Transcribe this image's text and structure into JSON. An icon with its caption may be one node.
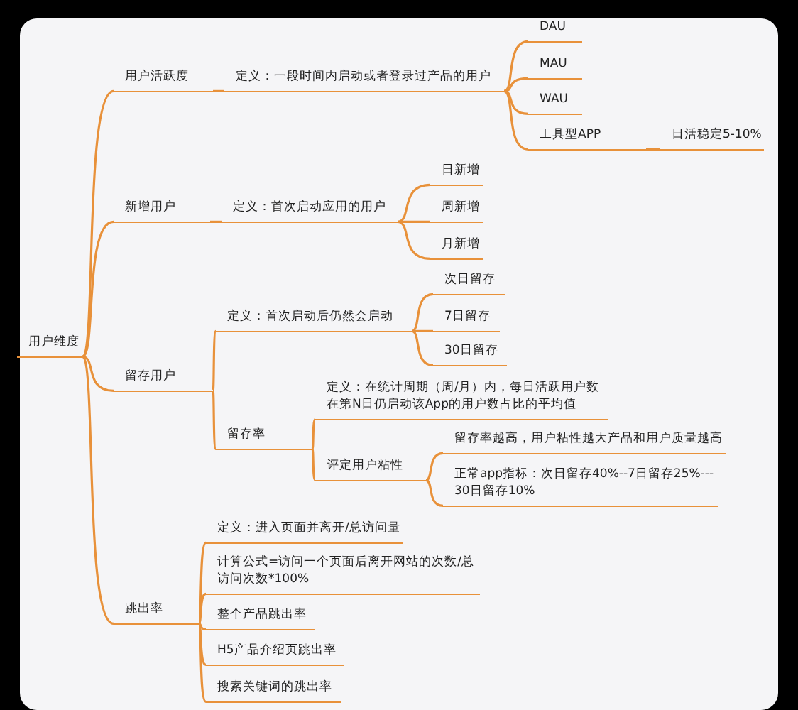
{
  "diagram": {
    "nodes": [
      {
        "text": [
          "用户维度"
        ]
      },
      {
        "text": [
          "用户活跃度"
        ]
      },
      {
        "text": [
          "定义：一段时间内启动或者登录过产品的用户"
        ]
      },
      {
        "text": [
          "DAU"
        ]
      },
      {
        "text": [
          "MAU"
        ]
      },
      {
        "text": [
          "WAU"
        ]
      },
      {
        "text": [
          "工具型APP"
        ]
      },
      {
        "text": [
          "日活稳定5-10%"
        ]
      },
      {
        "text": [
          "新增用户"
        ]
      },
      {
        "text": [
          "定义：首次启动应用的用户"
        ]
      },
      {
        "text": [
          "日新增"
        ]
      },
      {
        "text": [
          "周新增"
        ]
      },
      {
        "text": [
          "月新增"
        ]
      },
      {
        "text": [
          "留存用户"
        ]
      },
      {
        "text": [
          "定义：首次启动后仍然会启动"
        ]
      },
      {
        "text": [
          "次日留存"
        ]
      },
      {
        "text": [
          "7日留存"
        ]
      },
      {
        "text": [
          "30日留存"
        ]
      },
      {
        "text": [
          "留存率"
        ]
      },
      {
        "text": [
          "定义：在统计周期（周/月）内，每日活跃用户数在第N日仍启动该App的用户数占比的平均值"
        ]
      },
      {
        "text": [
          "评定用户粘性"
        ]
      },
      {
        "text": [
          "留存率越高，用户粘性越大产品和用户质量越高"
        ]
      },
      {
        "text": [
          "正常app指标：次日留存40%--7日留存25%---30日留存10%"
        ]
      },
      {
        "text": [
          "跳出率"
        ]
      },
      {
        "text": [
          "定义：进入页面并离开/总访问量"
        ]
      },
      {
        "text": [
          "计算公式=访问一个页面后离开网站的次数/总访问次数*100%"
        ]
      },
      {
        "text": [
          "整个产品跳出率"
        ]
      },
      {
        "text": [
          "H5产品介绍页跳出率"
        ]
      },
      {
        "text": [
          "搜索关键词的跳出率"
        ]
      }
    ],
    "edges": [
      {
        "from": 0,
        "to": 1,
        "arrow": "none"
      },
      {
        "from": 0,
        "to": 8,
        "arrow": "none"
      },
      {
        "from": 0,
        "to": 13,
        "arrow": "none"
      },
      {
        "from": 0,
        "to": 23,
        "arrow": "none"
      },
      {
        "from": 1,
        "to": 2,
        "arrow": "none"
      },
      {
        "from": 2,
        "to": 3,
        "arrow": "none"
      },
      {
        "from": 2,
        "to": 4,
        "arrow": "none"
      },
      {
        "from": 2,
        "to": 5,
        "arrow": "none"
      },
      {
        "from": 2,
        "to": 6,
        "arrow": "none"
      },
      {
        "from": 6,
        "to": 7,
        "arrow": "none"
      },
      {
        "from": 8,
        "to": 9,
        "arrow": "none"
      },
      {
        "from": 9,
        "to": 10,
        "arrow": "none"
      },
      {
        "from": 9,
        "to": 11,
        "arrow": "none"
      },
      {
        "from": 9,
        "to": 12,
        "arrow": "none"
      },
      {
        "from": 13,
        "to": 14,
        "arrow": "none"
      },
      {
        "from": 13,
        "to": 18,
        "arrow": "none"
      },
      {
        "from": 14,
        "to": 15,
        "arrow": "none"
      },
      {
        "from": 14,
        "to": 16,
        "arrow": "none"
      },
      {
        "from": 14,
        "to": 17,
        "arrow": "none"
      },
      {
        "from": 18,
        "to": 19,
        "arrow": "none"
      },
      {
        "from": 18,
        "to": 20,
        "arrow": "none"
      },
      {
        "from": 20,
        "to": 21,
        "arrow": "none"
      },
      {
        "from": 20,
        "to": 22,
        "arrow": "none"
      },
      {
        "from": 23,
        "to": 24,
        "arrow": "none"
      },
      {
        "from": 23,
        "to": 25,
        "arrow": "none"
      },
      {
        "from": 23,
        "to": 26,
        "arrow": "none"
      },
      {
        "from": 23,
        "to": 27,
        "arrow": "none"
      },
      {
        "from": 23,
        "to": 28,
        "arrow": "none"
      }
    ]
  }
}
